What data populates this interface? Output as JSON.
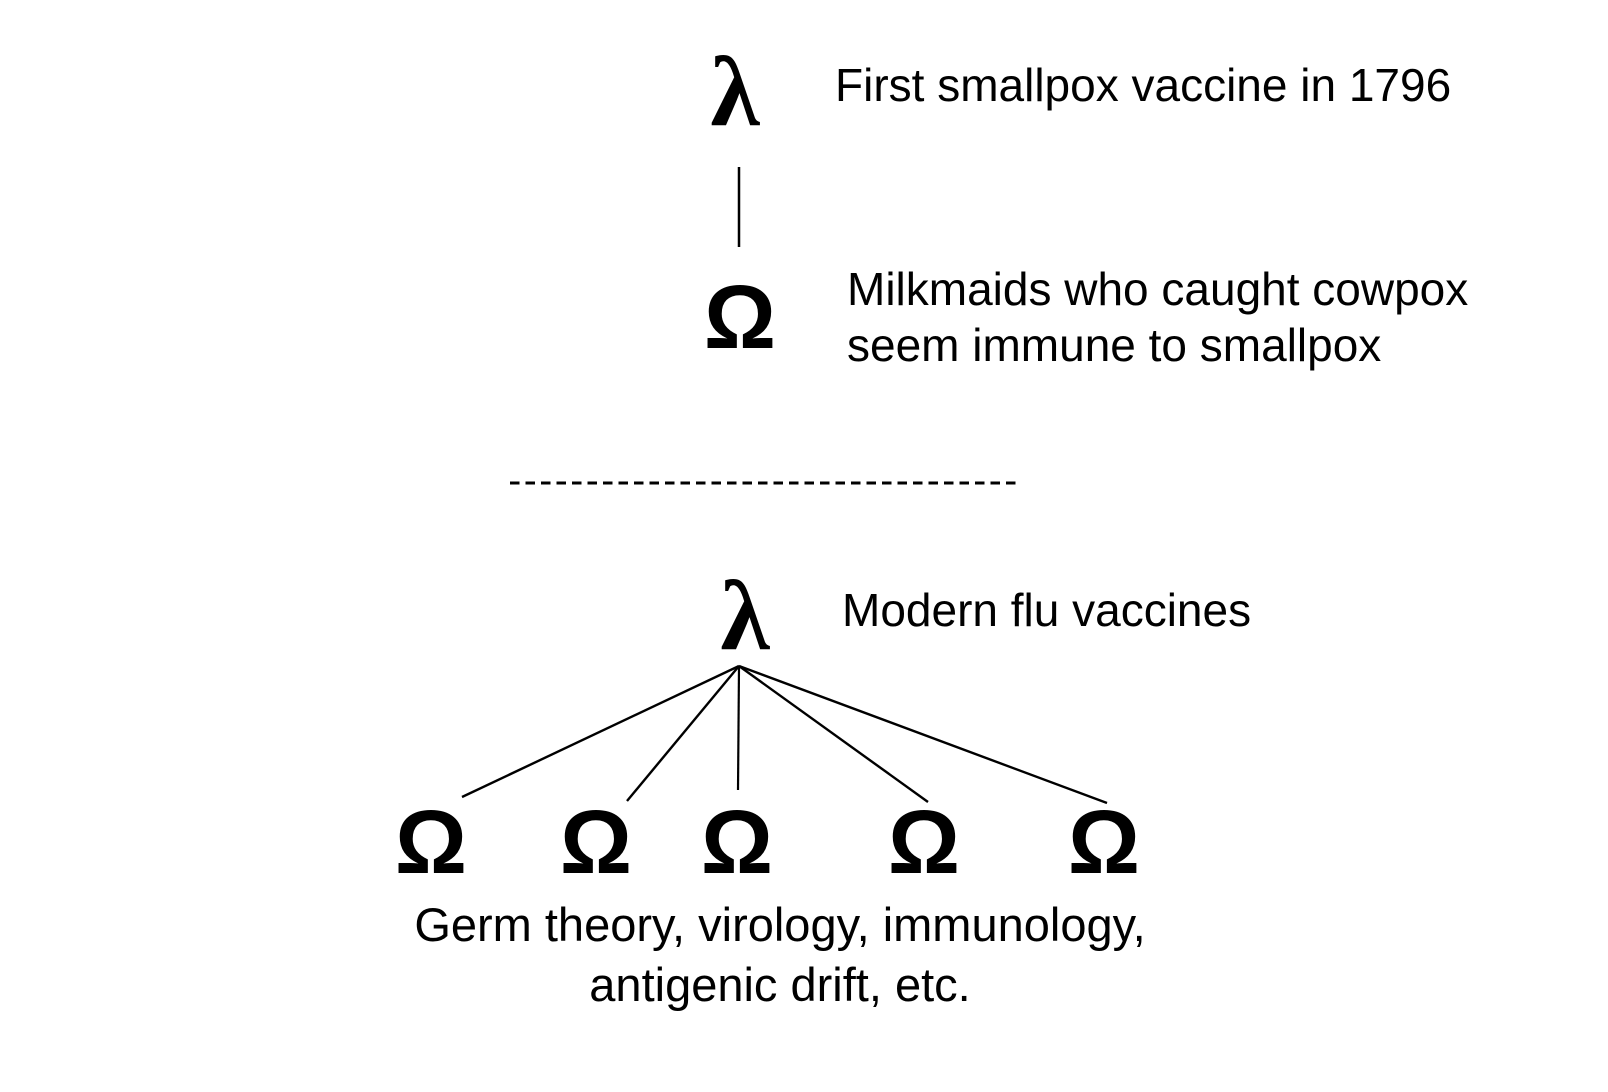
{
  "colors": {
    "ink": "#000000",
    "background": "#ffffff"
  },
  "top_section": {
    "lambda_symbol": "λ",
    "lambda_label": "First smallpox vaccine in 1796",
    "omega_symbol": "Ω",
    "omega_label_line1": "Milkmaids who caught cowpox",
    "omega_label_line2": "seem immune to smallpox"
  },
  "bottom_section": {
    "lambda_symbol": "λ",
    "lambda_label": "Modern flu vaccines",
    "omega_symbols": [
      "Ω",
      "Ω",
      "Ω",
      "Ω",
      "Ω"
    ],
    "caption_line1": "Germ theory, virology, immunology,",
    "caption_line2": "antigenic drift, etc."
  }
}
